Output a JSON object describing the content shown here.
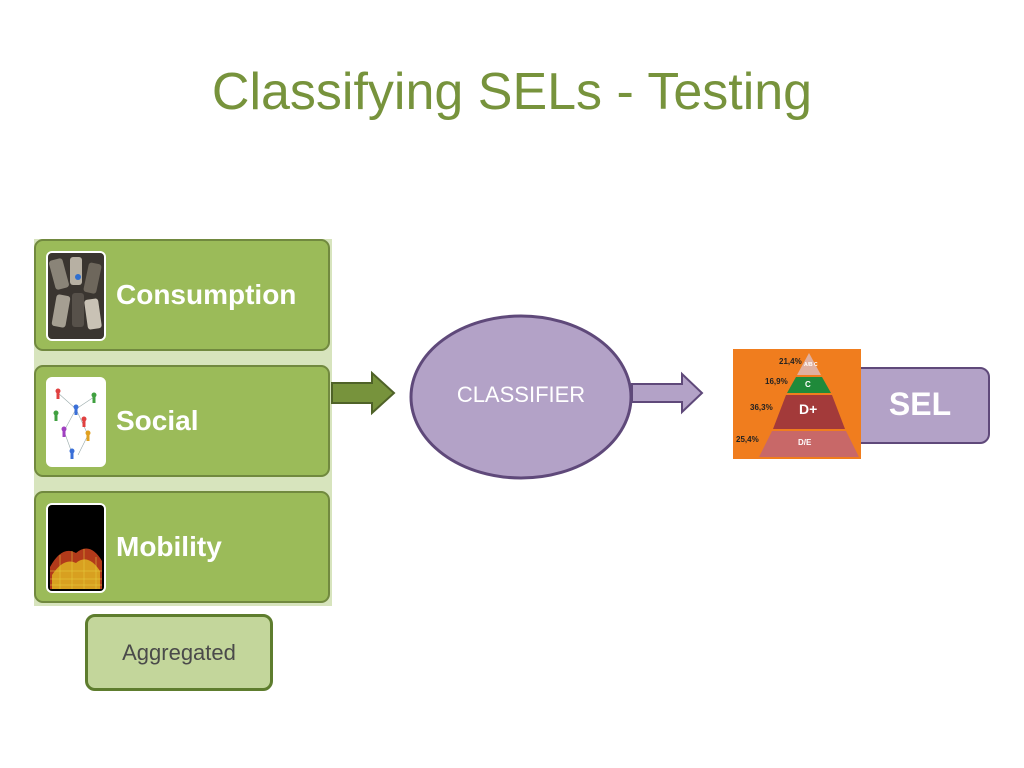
{
  "title": "Classifying SELs - Testing",
  "inputs": [
    {
      "label": "Consumption",
      "icon": "phones-image-icon"
    },
    {
      "label": "Social",
      "icon": "social-network-image-icon"
    },
    {
      "label": "Mobility",
      "icon": "mobility-map-image-icon"
    }
  ],
  "aggregated_label": "Aggregated",
  "classifier_label": "CLASSIFIER",
  "output_label": "SEL",
  "pyramid": {
    "levels": [
      {
        "percent": "21,4%",
        "label": "A/B C"
      },
      {
        "percent": "16,9%",
        "label": "C"
      },
      {
        "percent": "36,3%",
        "label": "D+"
      },
      {
        "percent": "25,4%",
        "label": "D/E"
      }
    ]
  },
  "colors": {
    "title": "#77933c",
    "input_block": "#9bbb59",
    "classifier": "#b3a2c7",
    "pyramid_bg": "#f07d1e"
  }
}
